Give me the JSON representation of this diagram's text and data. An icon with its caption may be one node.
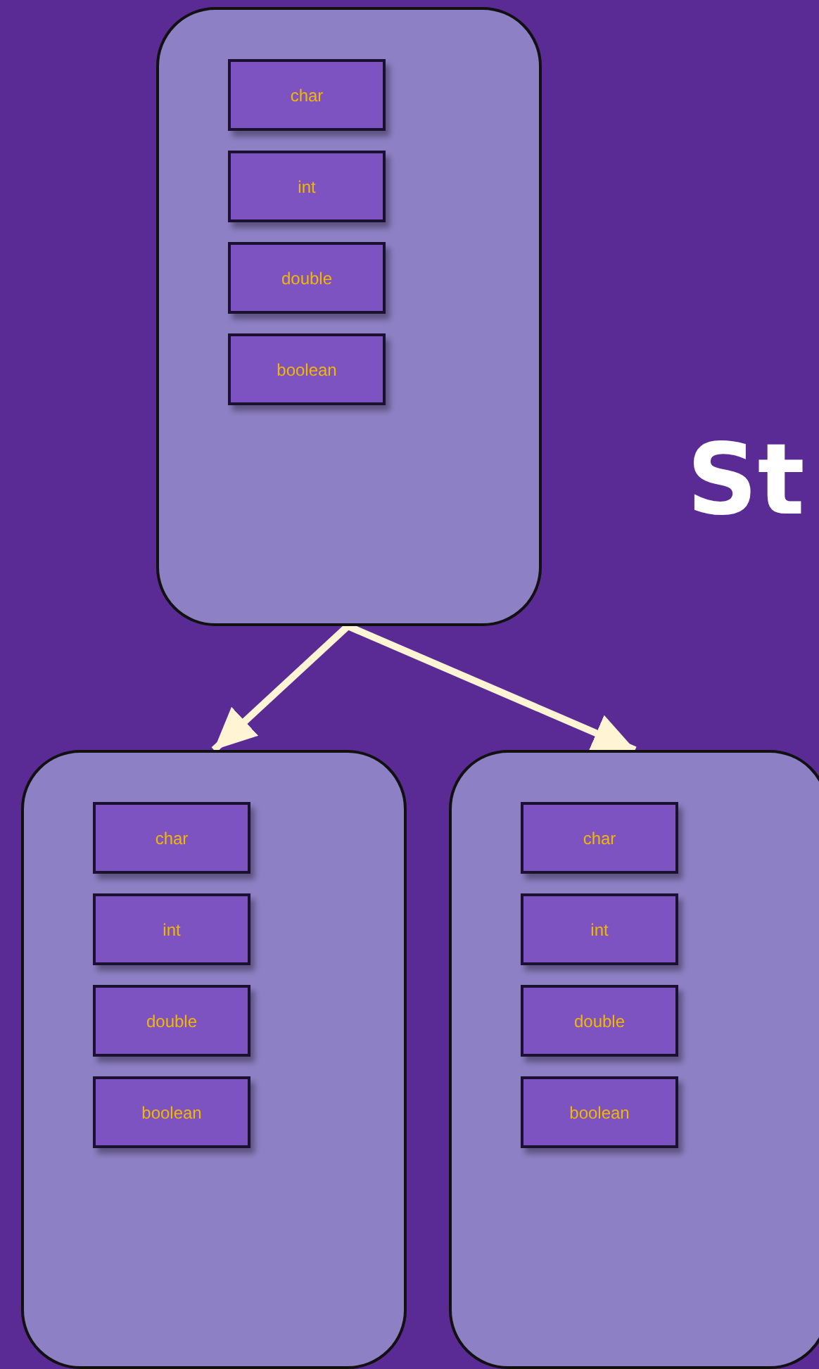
{
  "diagram": {
    "nodes": [
      {
        "text": [],
        "shape": "box"
      },
      {
        "text": [
          "char"
        ],
        "in": 0
      },
      {
        "text": [
          "int"
        ],
        "in": 0
      },
      {
        "text": [
          "double"
        ],
        "in": 0
      },
      {
        "text": [
          "boolean"
        ],
        "in": 0
      },
      {
        "text": [],
        "shape": "box"
      },
      {
        "text": [
          "char"
        ],
        "in": 5
      },
      {
        "text": [
          "int"
        ],
        "in": 5
      },
      {
        "text": [
          "double"
        ],
        "in": 5
      },
      {
        "text": [
          "boolean"
        ],
        "in": 5
      },
      {
        "text": [],
        "shape": "box"
      },
      {
        "text": [
          "char"
        ],
        "in": 10
      },
      {
        "text": [
          "int"
        ],
        "in": 10
      },
      {
        "text": [
          "double"
        ],
        "in": 10
      },
      {
        "text": [
          "boolean"
        ],
        "in": 10
      }
    ],
    "edges": [
      {
        "from": 0,
        "to": 5,
        "arrow": "to"
      },
      {
        "from": 0,
        "to": 10,
        "arrow": "to"
      }
    ],
    "labels": [
      "St"
    ]
  }
}
